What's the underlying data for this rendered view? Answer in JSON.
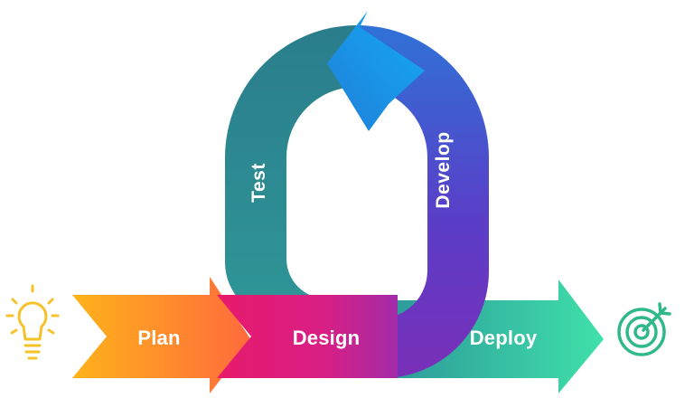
{
  "stages": {
    "plan": "Plan",
    "design": "Design",
    "deploy": "Deploy",
    "test": "Test",
    "develop": "Develop"
  },
  "icons": {
    "start": "lightbulb-icon",
    "end": "target-icon"
  },
  "colors": {
    "plan_start": "#ffb21a",
    "plan_end": "#ff6a3d",
    "design": "#e91e78",
    "deploy_start": "#26a7a5",
    "deploy_end": "#3ddba8",
    "loop_teal": "#2c8a8e",
    "loop_purple": "#6a33c8",
    "loop_blue": "#16a3f3",
    "icon_yellow": "#f6c22a",
    "icon_green": "#2fb98b"
  }
}
